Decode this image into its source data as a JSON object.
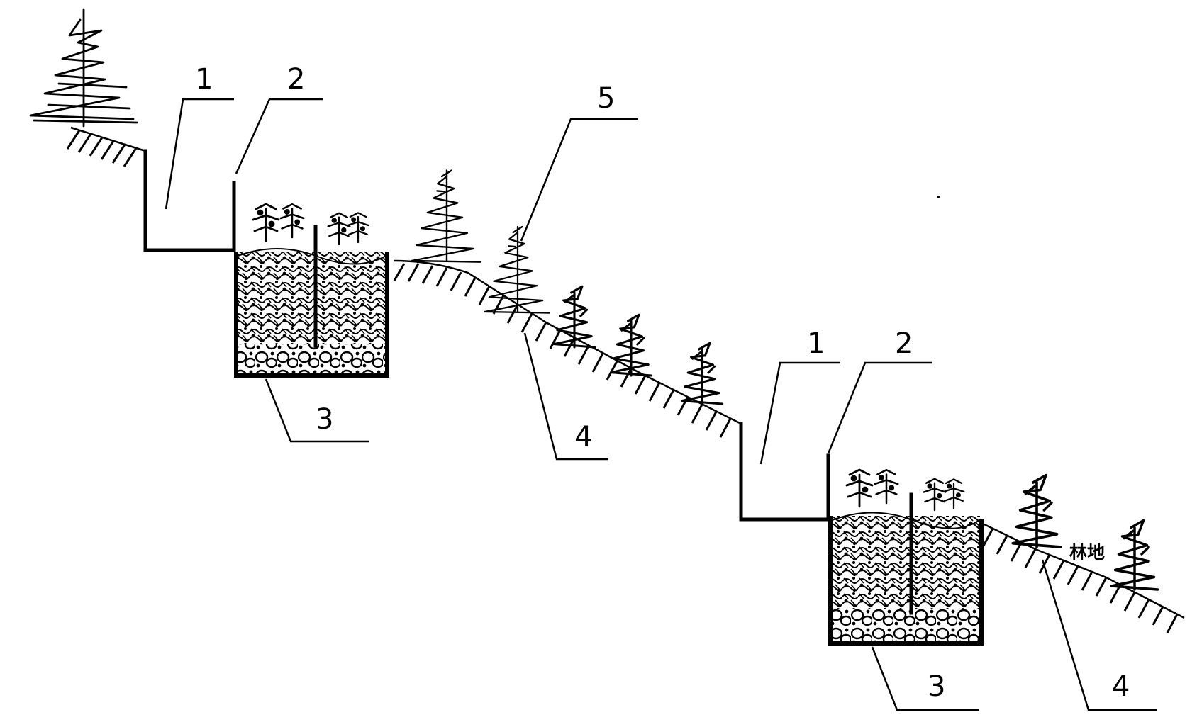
{
  "labels": {
    "trench_1": "1",
    "barrier_2": "2",
    "pit_3": "3",
    "slope_4": "4",
    "tree_5": "5"
  },
  "forest_text": "林地"
}
